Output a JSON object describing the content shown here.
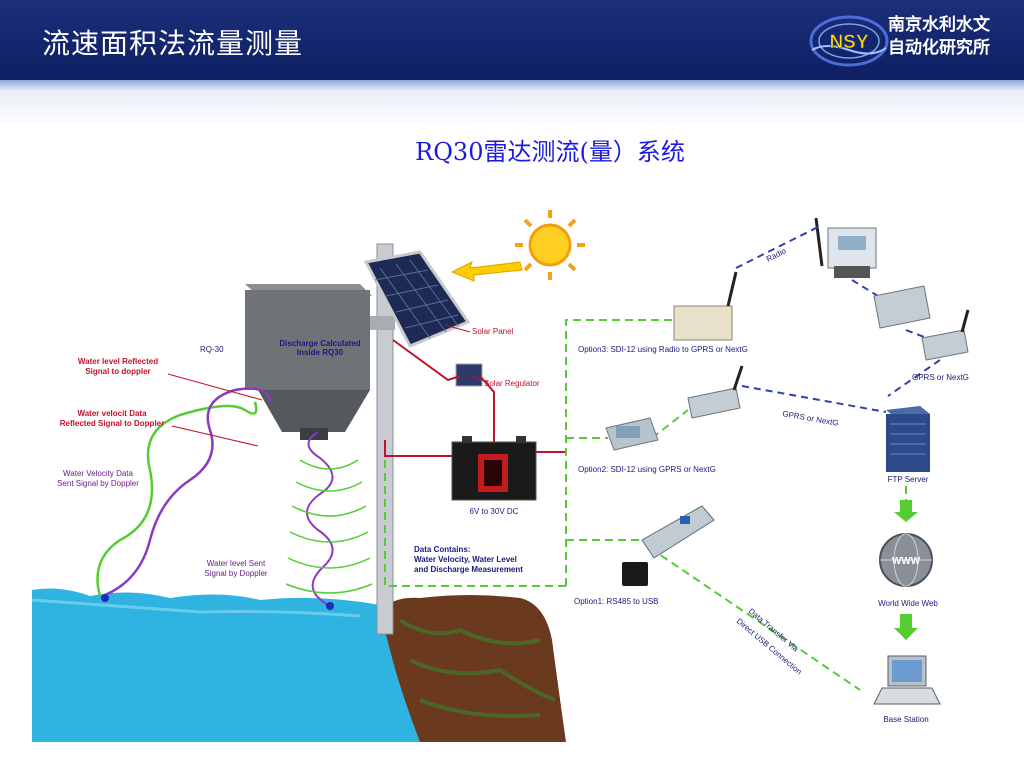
{
  "header": {
    "title": "流速面积法流量测量",
    "logo_text": "NSY",
    "org_line1": "南京水利水文",
    "org_line2": "自动化研究所"
  },
  "subtitle": "RQ30雷达测流(量）系统",
  "labels": {
    "rq30": "RQ-30",
    "discharge_1": "Discharge Calculated",
    "discharge_2": "Inside RQ30",
    "solar_panel": "Solar Panel",
    "solar_regulator": "Solar Regulator",
    "battery": "6V to 30V DC",
    "water_level_reflected_1": "Water level Reflected",
    "water_level_reflected_2": "Signal to doppler",
    "velocity_reflected_1": "Water velocit Data",
    "velocity_reflected_2": "Reflected Signal to Doppler",
    "velocity_sent_1": "Water Velocity Data",
    "velocity_sent_2": "Sent Signal by Doppler",
    "level_sent_1": "Water level Sent",
    "level_sent_2": "Signal by Doppler",
    "data_contains_1": "Data Contains:",
    "data_contains_2": "Water Velocity, Water Level",
    "data_contains_3": "and Discharge Measurement",
    "option3": "Option3: SDI-12 using Radio to GPRS or NextG",
    "option2": "Option2: SDI-12 using GPRS or NextG",
    "option1": "Option1: RS485 to USB",
    "radio": "Radio",
    "gprs_top": "GPRS or NextG",
    "gprs_mid": "GPRS or NextG",
    "ftp": "FTP Server",
    "www_icon": "WWW",
    "www": "World Wide Web",
    "usb_1": "Data Transfer Via",
    "usb_2": "Direct USB Connection",
    "base": "Base Station"
  },
  "colors": {
    "header_bg": "#1b2f7a",
    "subtitle": "#1a1ae0",
    "signal_red": "#c0122a",
    "signal_green": "#55cc33",
    "signal_purple": "#8a3bbf",
    "dashed_link": "#2f3fb4",
    "water": "#2fb3e0"
  }
}
